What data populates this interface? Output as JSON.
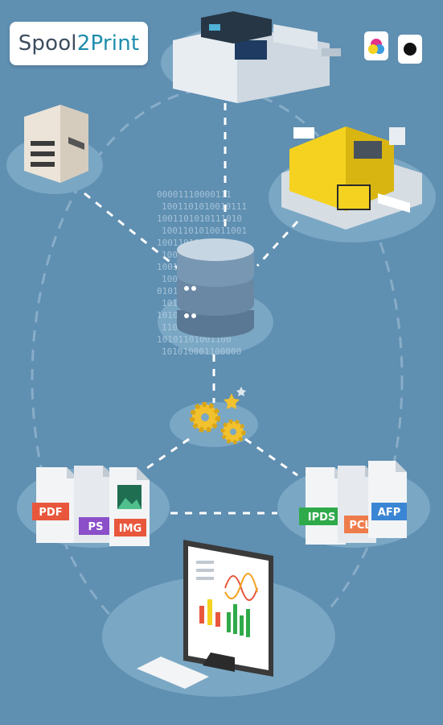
{
  "logo": {
    "part1": "Spool",
    "part2": "2Print"
  },
  "formats_input": [
    "PDF",
    "PS",
    "IMG"
  ],
  "formats_output": [
    "IPDS",
    "PCL",
    "AFP"
  ],
  "binary_lines": [
    "00001110000111",
    "1001101010010111",
    "1001101010111010",
    "1001101010011001",
    "10011010100110",
    "10011010100010",
    "1001101010010101",
    "100110101001011",
    "0101100001110",
    "1010100111001",
    "10101111001010",
    "110101101100110",
    "10101101001100",
    "101010001100000"
  ],
  "colors": {
    "background": "#5f8fb1",
    "platform": "#7aa7c4",
    "accent": "#1d8dac",
    "gear": "#f2c12e",
    "pdf": "#e8573c",
    "ps": "#8b4fc9",
    "img": "#e8573c",
    "ipds": "#2faa4a",
    "pcl": "#ee7c4a",
    "afp": "#3b86d4"
  }
}
